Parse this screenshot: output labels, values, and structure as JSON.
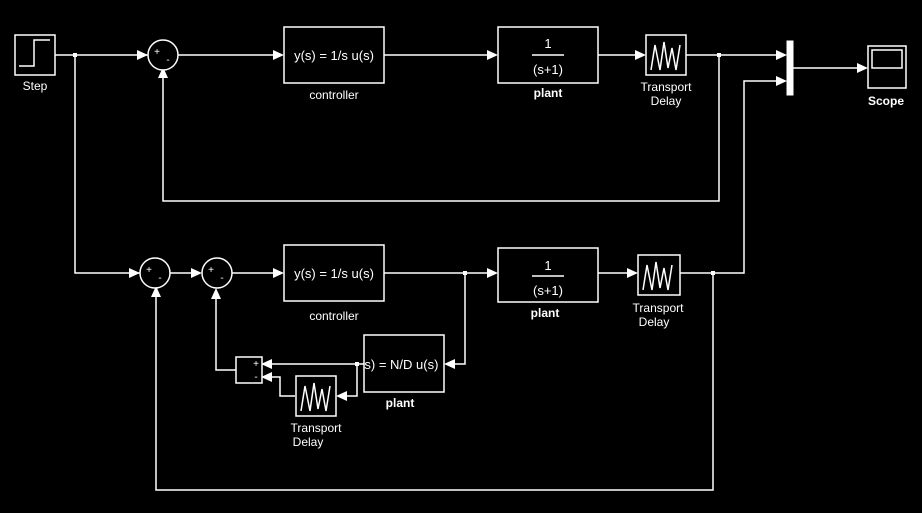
{
  "blocks": {
    "step": {
      "label": "Step"
    },
    "scope": {
      "label": "Scope"
    },
    "top_controller": {
      "expr": "y(s) = 1/s u(s)",
      "label": "controller"
    },
    "top_plant": {
      "num": "1",
      "den": "(s+1)",
      "label": "plant"
    },
    "top_delay": {
      "label_line1": "Transport",
      "label_line2": "Delay"
    },
    "bot_controller": {
      "expr": "y(s) = 1/s u(s)",
      "label": "controller"
    },
    "bot_plant": {
      "num": "1",
      "den": "(s+1)",
      "label": "plant"
    },
    "bot_delay": {
      "label_line1": "Transport",
      "label_line2": "Delay"
    },
    "model_plant": {
      "expr": "y(s) = N/D u(s)",
      "label": "plant"
    },
    "model_delay": {
      "label_line1": "Transport",
      "label_line2": "Delay"
    }
  },
  "signs": {
    "sum_top": {
      "plus": "+",
      "minus": "-"
    },
    "sum_bot1": {
      "plus": "+",
      "minus": "-"
    },
    "sum_bot2": {
      "plus": "+",
      "minus": "-"
    },
    "sum_model": {
      "plus": "+",
      "minus": "-"
    }
  },
  "colors": {
    "background": "#000000",
    "foreground": "#ffffff"
  }
}
